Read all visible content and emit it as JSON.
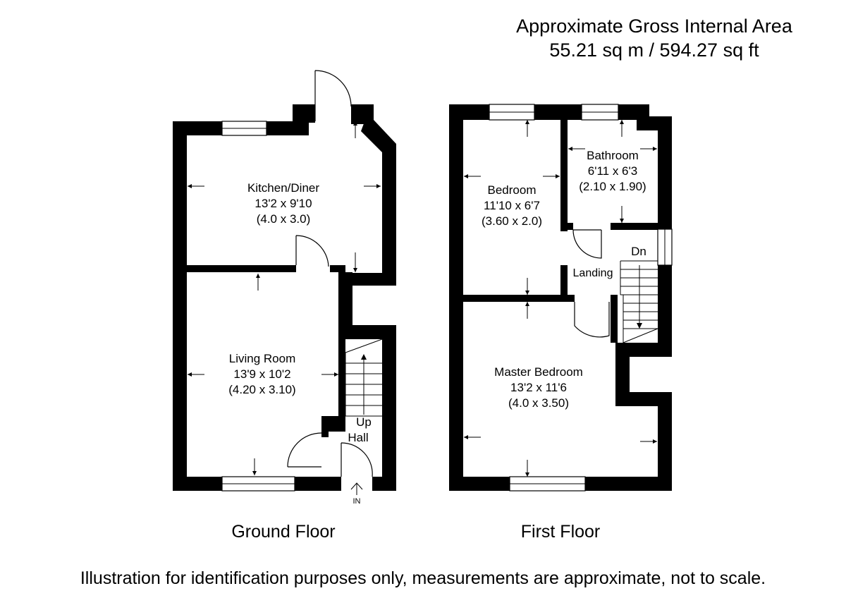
{
  "header": {
    "area_line1": "Approximate Gross Internal Area",
    "area_line2": "55.21 sq m / 594.27 sq ft"
  },
  "floors": {
    "ground": {
      "label": "Ground Floor",
      "kitchen": {
        "name": "Kitchen/Diner",
        "imperial": "13'2 x 9'10",
        "metric": "(4.0 x 3.0)"
      },
      "living": {
        "name": "Living Room",
        "imperial": "13'9 x 10'2",
        "metric": "(4.20 x 3.10)"
      },
      "hall": {
        "name": "Hall"
      },
      "stairs_up": "Up",
      "entrance": "IN"
    },
    "first": {
      "label": "First Floor",
      "bedroom": {
        "name": "Bedroom",
        "imperial": "11'10 x 6'7",
        "metric": "(3.60 x 2.0)"
      },
      "bathroom": {
        "name": "Bathroom",
        "imperial": "6'11 x 6'3",
        "metric": "(2.10 x 1.90)"
      },
      "master": {
        "name": "Master Bedroom",
        "imperial": "13'2 x 11'6",
        "metric": "(4.0 x 3.50)"
      },
      "landing": {
        "name": "Landing"
      },
      "stairs_down": "Dn"
    }
  },
  "footer": {
    "disclaimer": "Illustration for identification purposes only, measurements are approximate, not to scale."
  },
  "colors": {
    "wall": "#000000",
    "background": "#ffffff"
  }
}
